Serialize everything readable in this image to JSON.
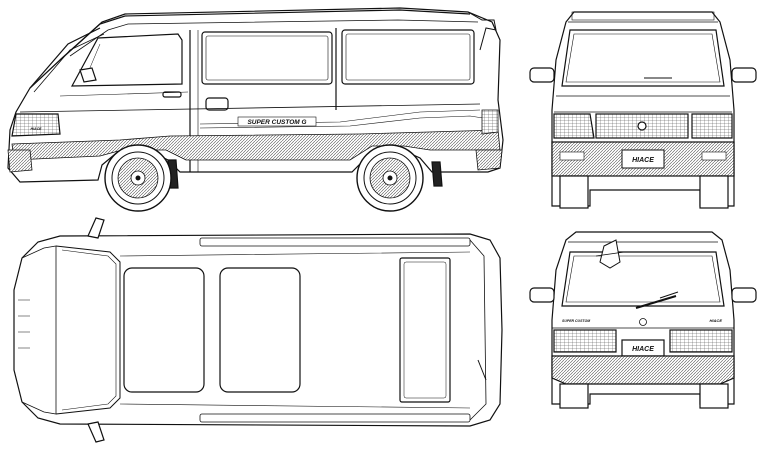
{
  "views": {
    "side": {
      "front_badge": "HIACE",
      "side_decal": "SUPER CUSTOM G"
    },
    "front": {
      "plate_badge": "HIACE"
    },
    "rear": {
      "plate_badge": "HIACE",
      "left_badge": "SUPER CUSTOM",
      "right_badge": "HIACE"
    }
  },
  "colors": {
    "line": "#111111",
    "background": "#ffffff",
    "shade": "#9a9a9a",
    "stripe_dark": "#3a3a3a"
  }
}
